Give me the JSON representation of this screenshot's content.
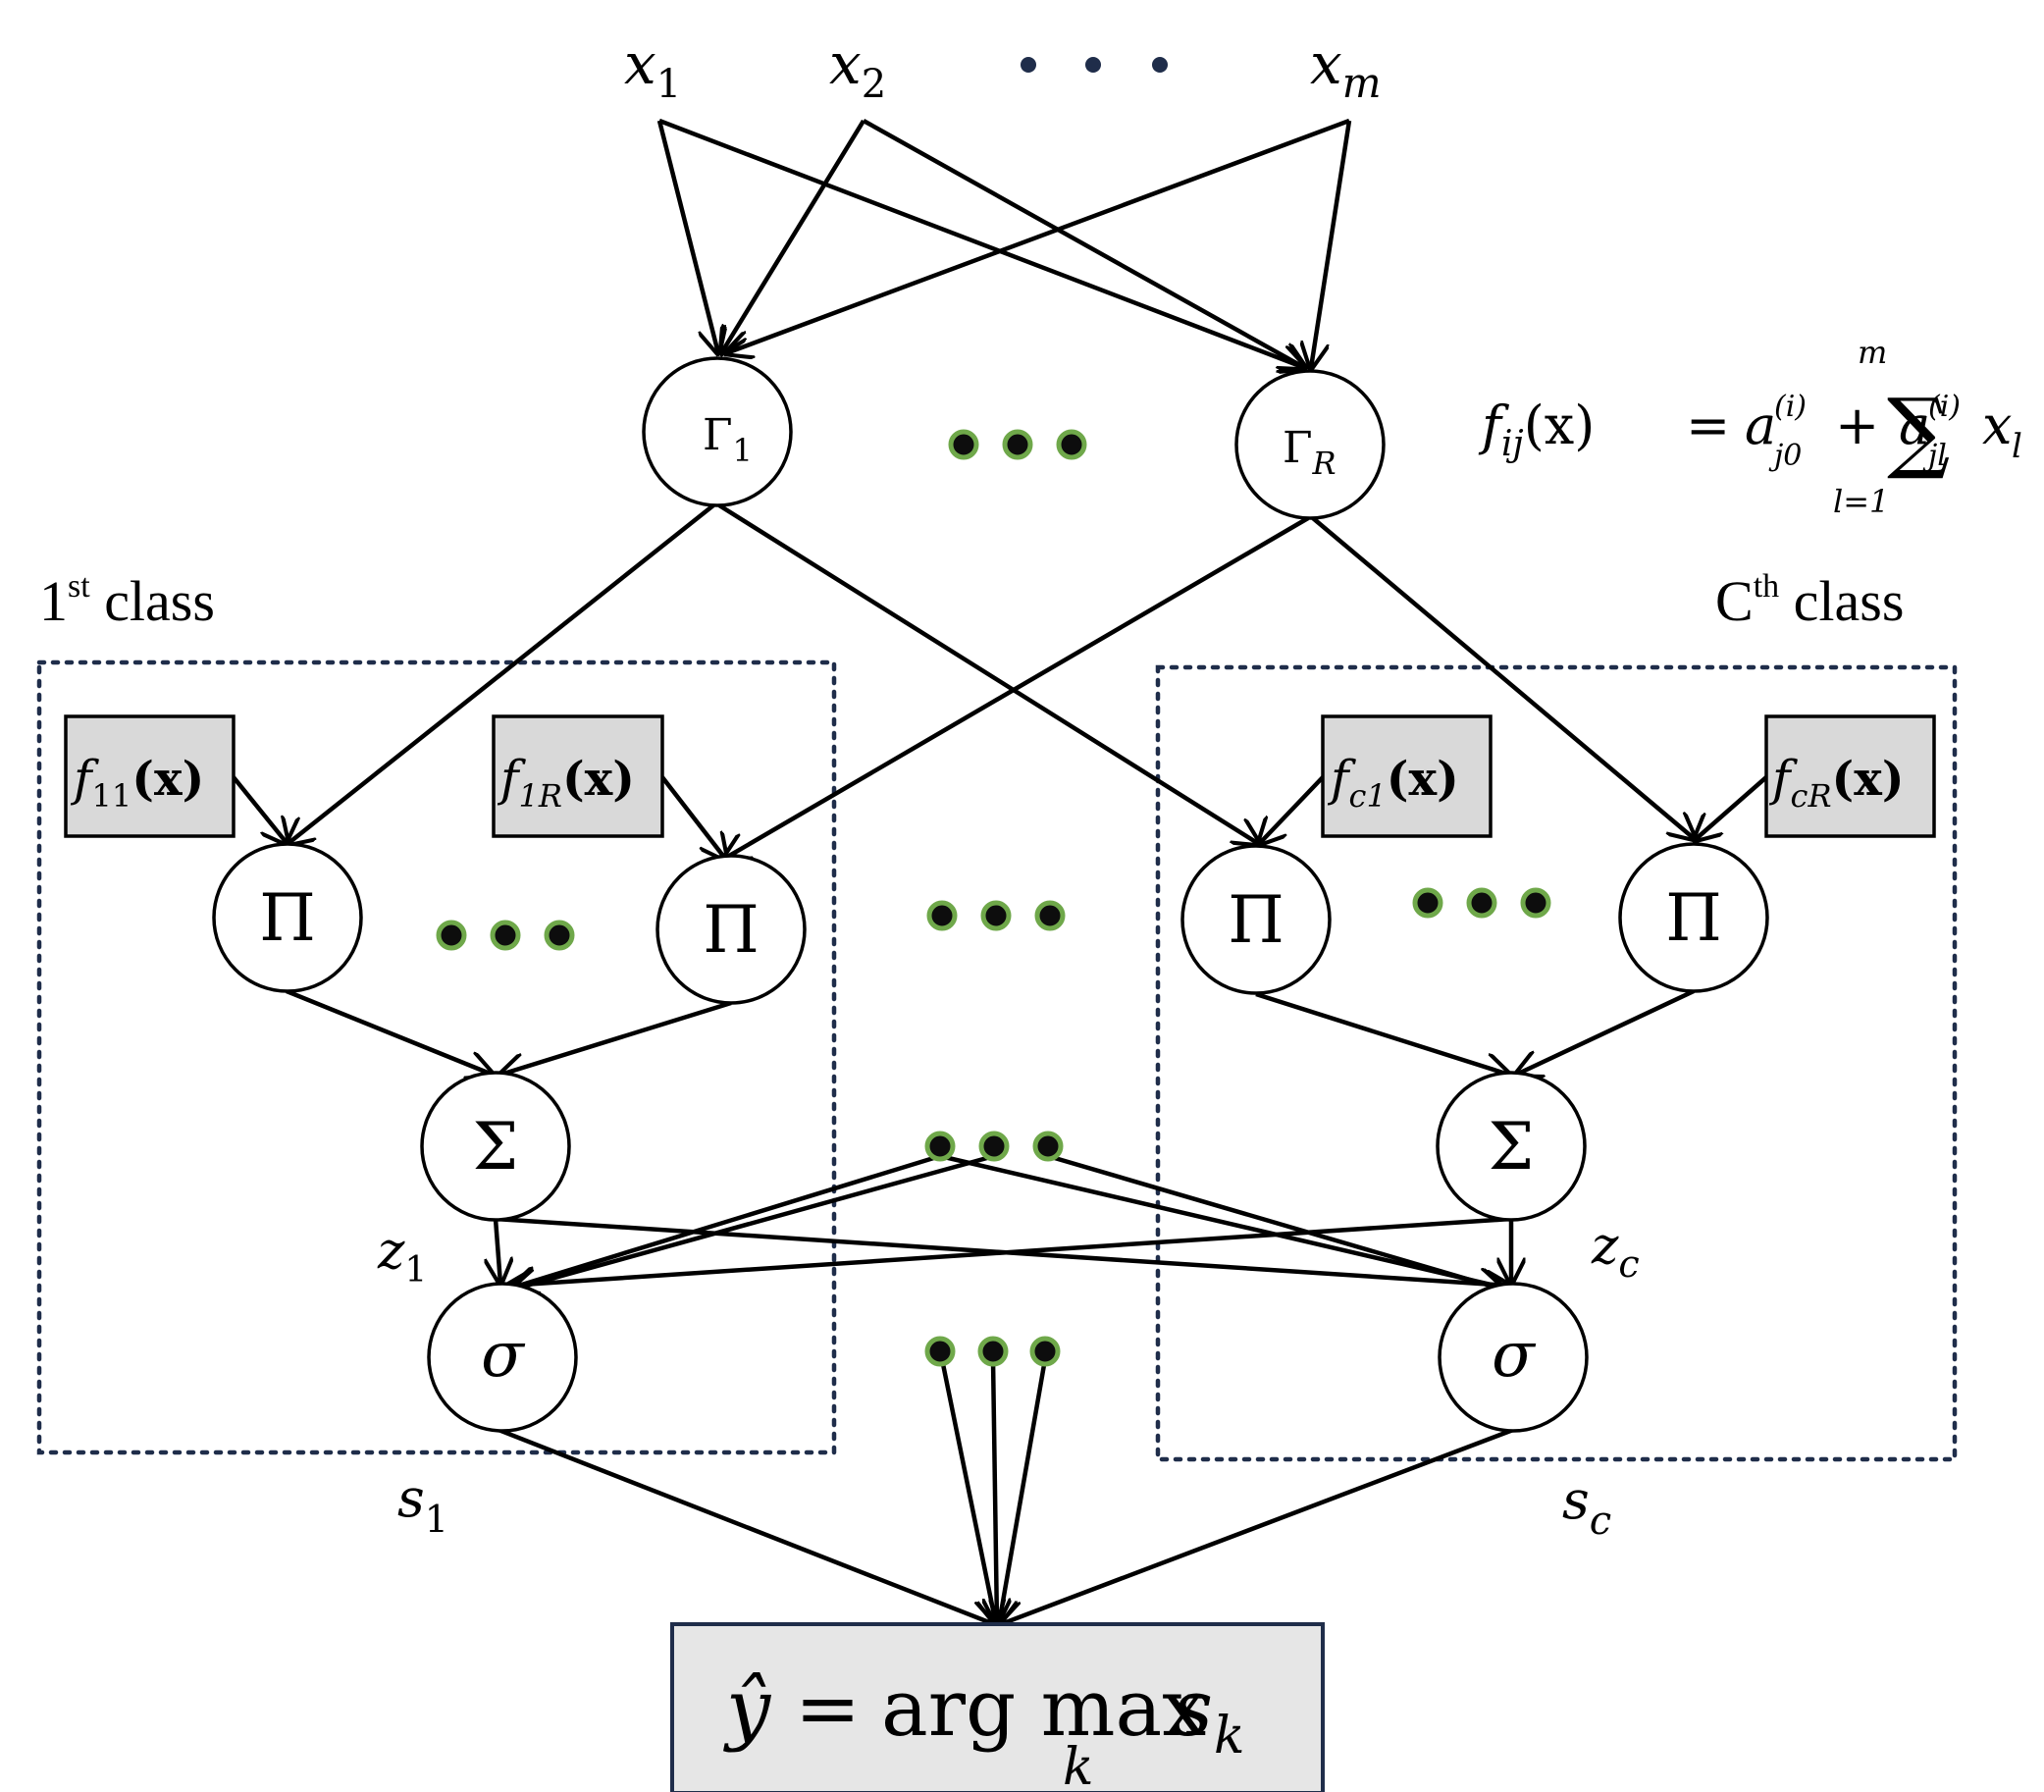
{
  "inputs": {
    "x1_base": "x",
    "x1_sub": "1",
    "x2_base": "x",
    "x2_sub": "2",
    "xm_base": "x",
    "xm_sub": "m"
  },
  "rule_nodes": {
    "gamma1_base": "Γ",
    "gamma1_sub": "1",
    "gammaR_base": "Γ",
    "gammaR_sub": "R"
  },
  "formula": {
    "lhs_f": "f",
    "lhs_sub": "ij",
    "lhs_arg": "(x)",
    "equals": "=",
    "a": "a",
    "a0_sup": "(i)",
    "a0_sub": "j0",
    "plus": "+",
    "sum": "∑",
    "sum_top": "m",
    "sum_bottom": "l=1",
    "al_sup": "(i)",
    "al_sub": "jl",
    "x": "x",
    "x_sub": "l"
  },
  "class_labels": {
    "first_main": "1",
    "first_sup": "st",
    "first_word": " class",
    "last_main": "C",
    "last_sup": "th",
    "last_word": " class"
  },
  "consequents": {
    "f11": {
      "f": "f",
      "sub": "11",
      "arg": "(x)"
    },
    "f1R": {
      "f": "f",
      "sub": "1R",
      "arg": "(x)"
    },
    "fc1": {
      "f": "f",
      "sub": "c1",
      "arg": "(x)"
    },
    "fcR": {
      "f": "f",
      "sub": "cR",
      "arg": "(x)"
    }
  },
  "node_symbols": {
    "product": "Π",
    "sum": "Σ",
    "sigmoid": "σ"
  },
  "signals": {
    "z1_base": "z",
    "z1_sub": "1",
    "zc_base": "z",
    "zc_sub": "c",
    "s1_base": "s",
    "s1_sub": "1",
    "sc_base": "s",
    "sc_sub": "c"
  },
  "output": {
    "yhat": "ŷ",
    "equals": "=",
    "argmax": "arg max",
    "s": "s",
    "s_sub": "k",
    "under": "k"
  },
  "colors": {
    "dot_fill": "#0d0d0d",
    "dot_ring": "#6fa84a",
    "top_dots": "#1f2d4a",
    "box_fill": "#d9d9d9",
    "output_fill": "#e6e6e6",
    "dashed_border": "#1f2d4a"
  }
}
